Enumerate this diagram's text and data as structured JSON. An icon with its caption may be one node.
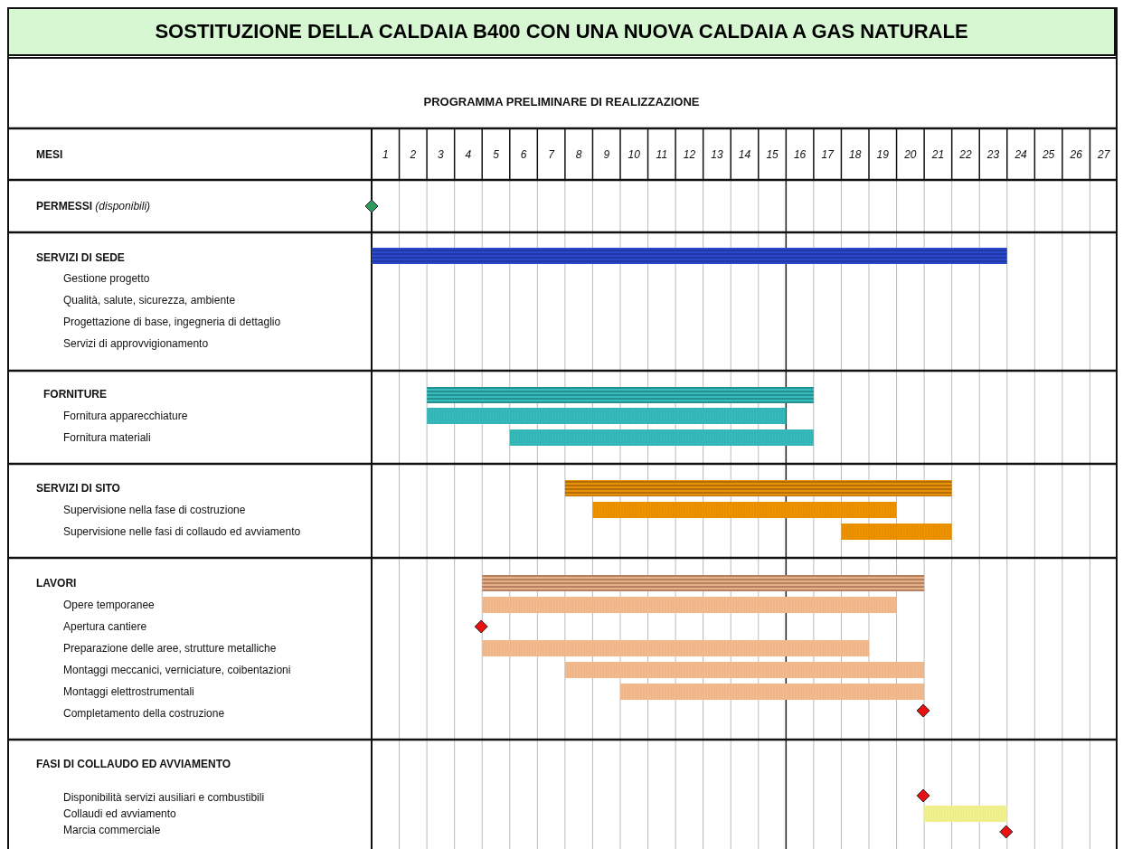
{
  "diagram": {
    "title": "SOSTITUZIONE DELLA CALDAIA B400 CON UNA NUOVA CALDAIA A GAS NATURALE",
    "labels": [
      "PROGRAMMA PRELIMINARE DI REALIZZAZIONE",
      "MESI",
      "1",
      "2",
      "3",
      "4",
      "5",
      "6",
      "7",
      "8",
      "9",
      "10",
      "11",
      "12",
      "13",
      "14",
      "15",
      "16",
      "17",
      "18",
      "19",
      "20",
      "21",
      "22",
      "23",
      "24",
      "25",
      "26",
      "27",
      "**PERMESSI** *(disponibili)*",
      "SERVIZI DI SEDE",
      "Gestione progetto",
      "Qualità, salute, sicurezza, ambiente",
      "Progettazione di base, ingegneria di dettaglio",
      "Servizi di approvvigionamento",
      "FORNITURE",
      "Fornitura apparecchiature",
      "Fornitura materiali",
      "SERVIZI DI SITO",
      "Supervisione nella fase di costruzione",
      "Supervisione nelle fasi di collaudo ed avviamento",
      "LAVORI",
      "Opere temporanee",
      "Apertura cantiere",
      "Preparazione delle aree, strutture metalliche",
      "Montaggi meccanici, verniciature, coibentazioni",
      "Montaggi elettrostrumentali",
      "Completamento della costruzione",
      "FASI DI COLLAUDO ED AVVIAMENTO",
      "Disponibilità servizi ausiliari e combustibili",
      "Collaudi ed avviamento",
      "Marcia commerciale"
    ]
  }
}
